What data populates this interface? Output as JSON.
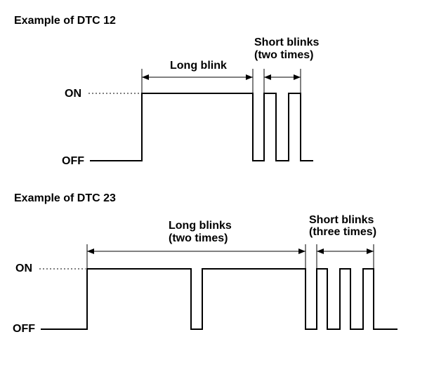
{
  "diagrams": [
    {
      "title": "Example of DTC 12",
      "on_label": "ON",
      "off_label": "OFF",
      "long_label": [
        "Long blink"
      ],
      "short_label": [
        "Short blinks",
        "(two times)"
      ]
    },
    {
      "title": "Example of DTC 23",
      "on_label": "ON",
      "off_label": "OFF",
      "long_label": [
        "Long blinks",
        "(two times)"
      ],
      "short_label": [
        "Short blinks",
        "(three times)"
      ]
    }
  ]
}
